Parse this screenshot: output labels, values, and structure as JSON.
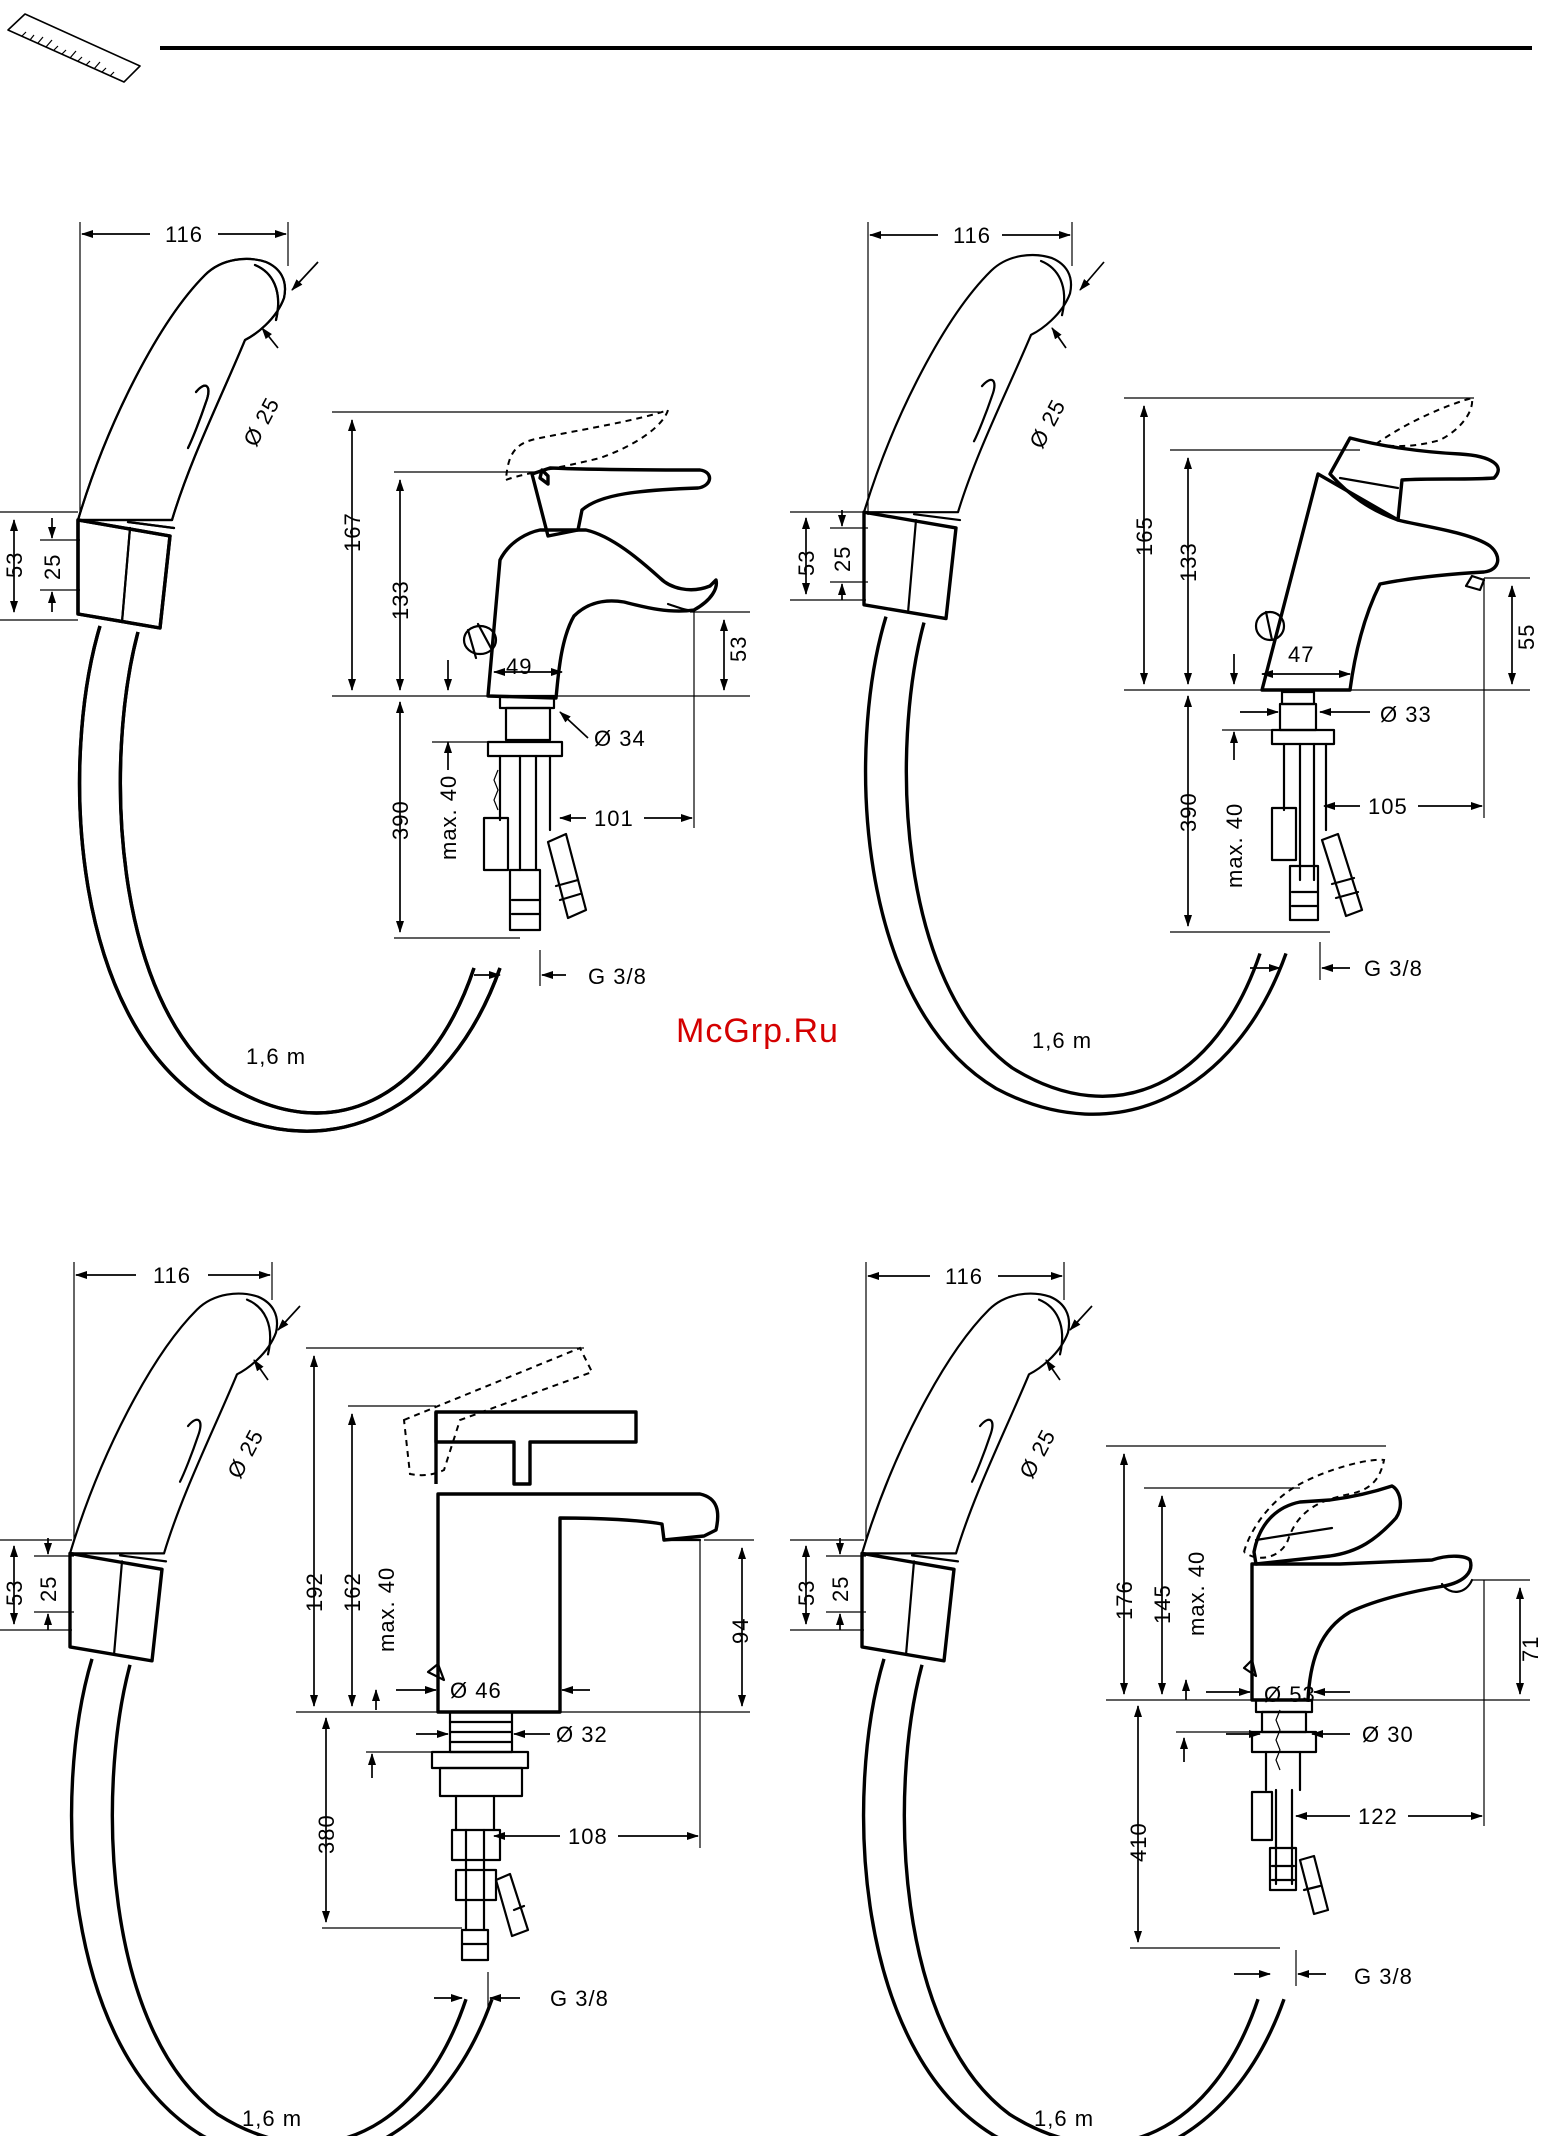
{
  "watermark": "McGrp.Ru",
  "panels": [
    {
      "id": "p1",
      "labels": {
        "d116": "116",
        "d25dia": "Ø 25",
        "d53": "53",
        "d25": "25",
        "d167": "167",
        "d133": "133",
        "d49": "49",
        "d34": "Ø 34",
        "d53r": "53",
        "d390": "390",
        "dmax40": "max. 40",
        "d101": "101",
        "dg38": "G 3/8",
        "dhose": "1,6 m"
      }
    },
    {
      "id": "p2",
      "labels": {
        "d116": "116",
        "d25dia": "Ø 25",
        "d53": "53",
        "d25": "25",
        "d165": "165",
        "d133": "133",
        "d47": "47",
        "d33": "Ø 33",
        "d55": "55",
        "d390": "390",
        "dmax40": "max. 40",
        "d105": "105",
        "dg38": "G 3/8",
        "dhose": "1,6 m"
      }
    },
    {
      "id": "p3",
      "labels": {
        "d116": "116",
        "d25dia": "Ø 25",
        "d53": "53",
        "d25": "25",
        "d192": "192",
        "d162": "162",
        "dmax40": "max. 40",
        "d46": "Ø 46",
        "d94": "94",
        "d32": "Ø 32",
        "d380": "380",
        "d108": "108",
        "dg38": "G 3/8",
        "dhose": "1,6 m"
      }
    },
    {
      "id": "p4",
      "labels": {
        "d116": "116",
        "d25dia": "Ø 25",
        "d53": "53",
        "d25": "25",
        "d176": "176",
        "d145": "145",
        "dmax40": "max. 40",
        "d53dia": "Ø 53",
        "d71": "71",
        "d30": "Ø 30",
        "d410": "410",
        "d122": "122",
        "dg38": "G 3/8",
        "dhose": "1,6 m"
      }
    }
  ]
}
